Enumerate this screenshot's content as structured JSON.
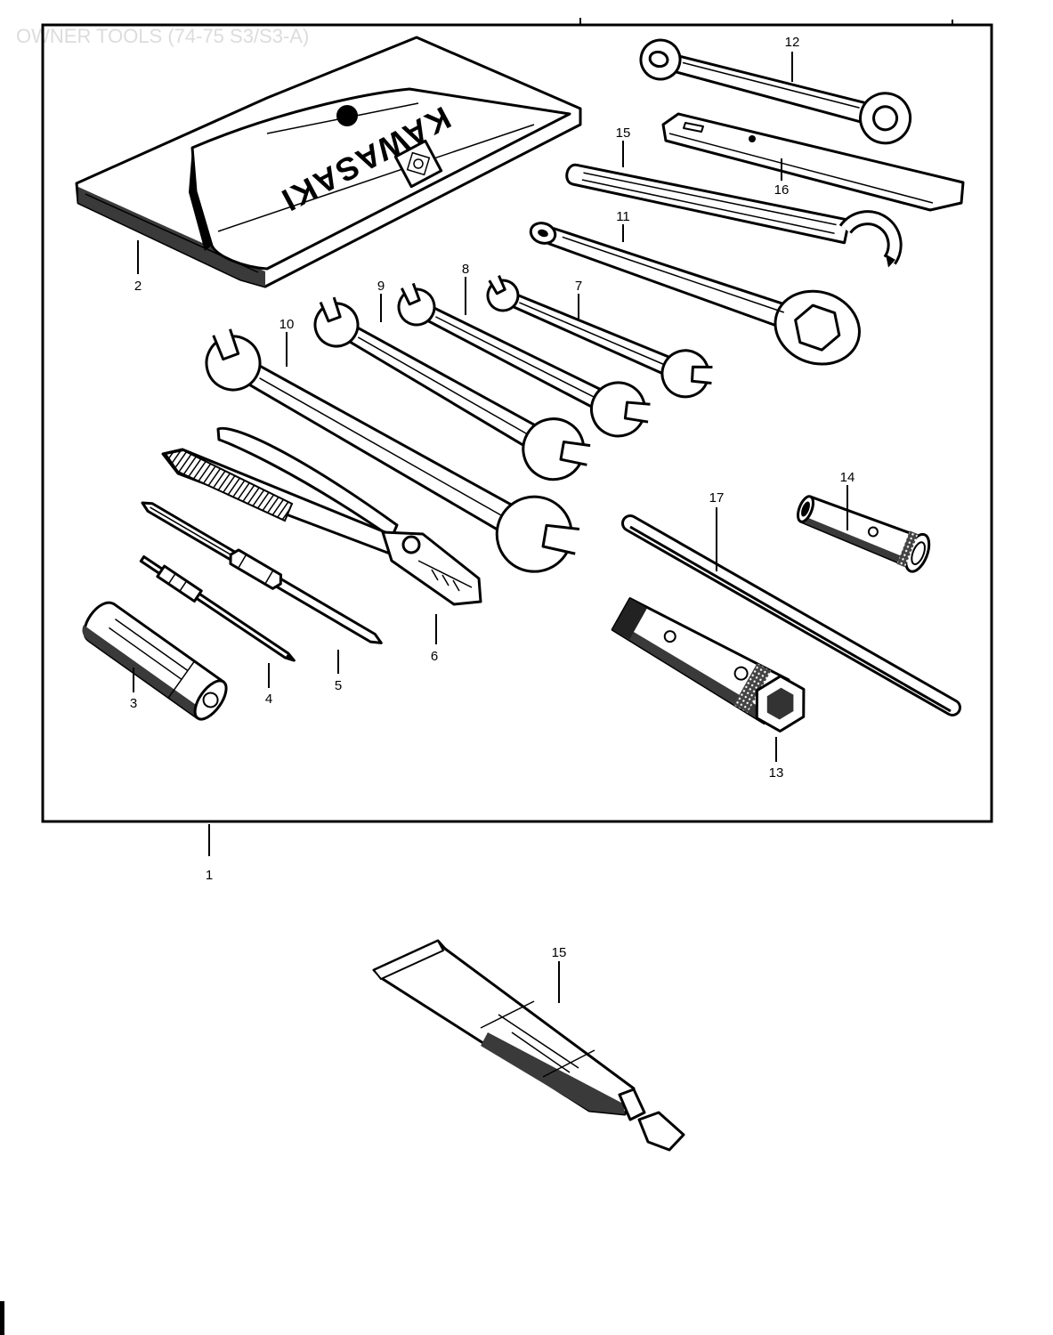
{
  "page": {
    "title": "OWNER TOOLS (74-75 S3/S3-A)"
  },
  "bag": {
    "brand": "KAWASAKI"
  },
  "callouts": {
    "c1": "1",
    "c2": "2",
    "c3": "3",
    "c4": "4",
    "c5": "5",
    "c6": "6",
    "c7": "7",
    "c8": "8",
    "c9": "9",
    "c10": "10",
    "c11": "11",
    "c12": "12",
    "c13": "13",
    "c14": "14",
    "c15_spanner": "15",
    "c16": "16",
    "c17": "17",
    "c15_tube": "15"
  },
  "colors": {
    "ink": "#000000",
    "paper": "#ffffff",
    "faded_title": "#dcdcdc"
  }
}
